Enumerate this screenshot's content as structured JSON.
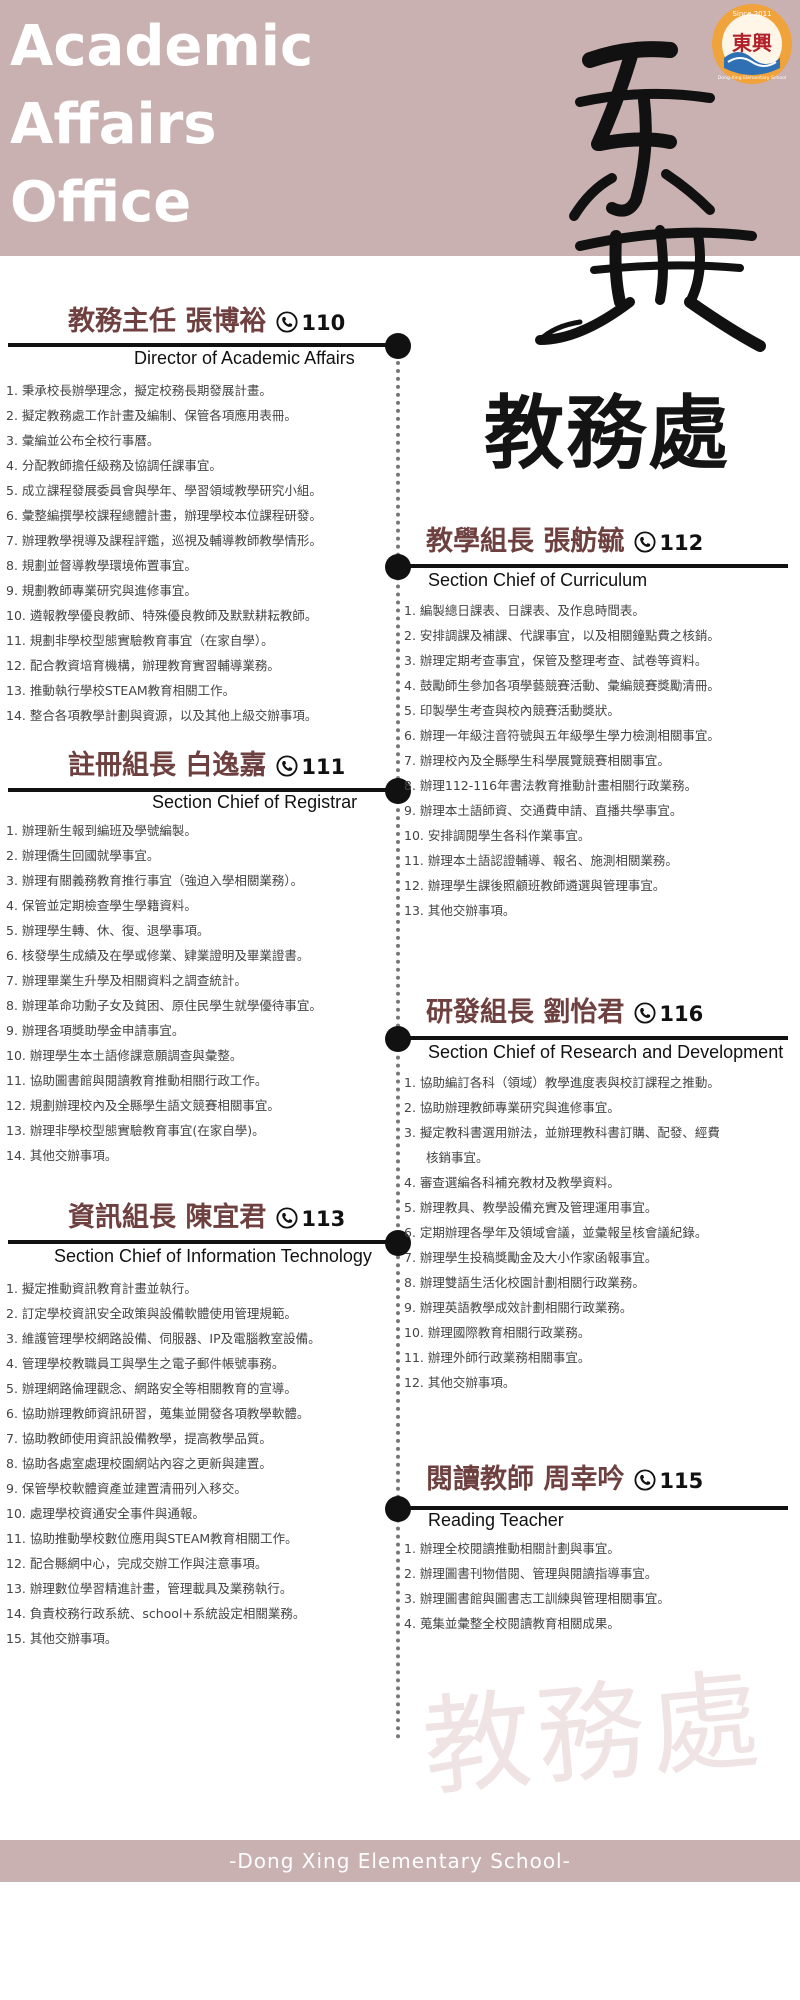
{
  "header": {
    "title_lines": [
      "Academic",
      "Affairs",
      "Office"
    ],
    "logo": {
      "since": "Since 2011",
      "chars": "東興",
      "subtitle": "Dong-Xing Elementary School"
    },
    "calligraphy_big": "東興",
    "calligraphy_title": "教務處",
    "background_color": "#c9b0b1"
  },
  "watermark": "教務處",
  "icons": {
    "phone": "phone-icon"
  },
  "sections": {
    "director": {
      "role": "教務主任 張博裕",
      "ext": "110",
      "role_en": "Director of Academic Affairs",
      "duties": [
        "1. 秉承校長辦學理念，擬定校務長期發展計畫。",
        "2. 擬定教務處工作計畫及編制、保管各項應用表冊。",
        "3. 彙編並公布全校行事曆。",
        "4. 分配教師擔任級務及協調任課事宜。",
        "5. 成立課程發展委員會與學年、學習領域教學研究小組。",
        "6. 彙整編撰學校課程總體計畫，辦理學校本位課程研發。",
        "7. 辦理教學視導及課程評鑑，巡視及輔導教師教學情形。",
        "8. 規劃並督導教學環境佈置事宜。",
        "9. 規劃教師專業研究與進修事宜。",
        "10. 遴報教學優良教師、特殊優良教師及默默耕耘教師。",
        "11. 規劃非學校型態實驗教育事宜（在家自學）。",
        "12. 配合教資培育機構，辦理教育實習輔導業務。",
        "13. 推動執行學校STEAM教育相關工作。",
        "14. 整合各項教學計劃與資源，以及其他上級交辦事項。"
      ]
    },
    "registrar": {
      "role": "註冊組長 白逸嘉",
      "ext": "111",
      "role_en": "Section Chief of Registrar",
      "duties": [
        "1. 辦理新生報到編班及學號編製。",
        "2. 辦理僑生回國就學事宜。",
        "3. 辦理有關義務教育推行事宜（強迫入學相關業務）。",
        "4. 保管並定期檢查學生學籍資料。",
        "5. 辦理學生轉、休、復、退學事項。",
        "6. 核發學生成績及在學或修業、肄業證明及畢業證書。",
        "7. 辦理畢業生升學及相關資料之調查統計。",
        "8. 辦理革命功勳子女及貧困、原住民學生就學優待事宜。",
        "9. 辦理各項獎助學金申請事宜。",
        "10. 辦理學生本土語修課意願調查與彙整。",
        "11. 協助圖書館與閱讀教育推動相關行政工作。",
        "12. 規劃辦理校內及全縣學生語文競賽相關事宜。",
        "13. 辦理非學校型態實驗教育事宜(在家自學)。",
        "14. 其他交辦事項。"
      ]
    },
    "it": {
      "role": "資訊組長 陳宜君",
      "ext": "113",
      "role_en": "Section Chief of Information Technology",
      "duties": [
        "1. 擬定推動資訊教育計畫並執行。",
        "2. 訂定學校資訊安全政策與設備軟體使用管理規範。",
        "3. 維護管理學校網路設備、伺服器、IP及電腦教室設備。",
        "4. 管理學校教職員工與學生之電子郵件帳號事務。",
        "5. 辦理網路倫理觀念、網路安全等相關教育的宣導。",
        "6. 協助辦理教師資訊研習，蒐集並開發各項教學軟體。",
        "7. 協助教師使用資訊設備教學，提高教學品質。",
        "8. 協助各處室處理校園網站內容之更新與建置。",
        "9. 保管學校軟體資產並建置清冊列入移交。",
        "10. 處理學校資通安全事件與通報。",
        "11. 協助推動學校數位應用與STEAM教育相關工作。",
        "12. 配合縣網中心，完成交辦工作與注意事項。",
        "13. 辦理數位學習精進計畫，管理載具及業務執行。",
        "14. 負責校務行政系統、school+系統設定相關業務。",
        "15. 其他交辦事項。"
      ]
    },
    "curriculum": {
      "role": "教學組長 張舫毓",
      "ext": "112",
      "role_en": "Section Chief of Curriculum",
      "duties": [
        "1. 編製總日課表、日課表、及作息時間表。",
        "2. 安排調課及補課、代課事宜，以及相關鐘點費之核銷。",
        "3. 辦理定期考查事宜，保管及整理考查、試卷等資料。",
        "4. 鼓勵師生參加各項學藝競賽活動、彙編競賽獎勵清冊。",
        "5. 印製學生考查與校內競賽活動獎狀。",
        "6. 辦理一年級注音符號與五年級學生學力檢測相關事宜。",
        "7. 辦理校內及全縣學生科學展覽競賽相關事宜。",
        "8. 辦理112-116年書法教育推動計畫相關行政業務。",
        "9. 辦理本土語師資、交通費申請、直播共學事宜。",
        "10. 安排調閱學生各科作業事宜。",
        "11. 辦理本土語認證輔導、報名、施測相關業務。",
        "12. 辦理學生課後照顧班教師遴選與管理事宜。",
        "13. 其他交辦事項。"
      ]
    },
    "research": {
      "role": "研發組長 劉怡君",
      "ext": "116",
      "role_en": "Section Chief of Research and Development",
      "duties": [
        "1. 協助編訂各科（領域）教學進度表與校訂課程之推動。",
        "2. 協助辦理教師專業研究與進修事宜。",
        "3. 擬定教科書選用辦法，並辦理教科書訂購、配發、經費",
        "核銷事宜。",
        "4. 審查選編各科補充教材及教學資料。",
        "5. 辦理教具、教學設備充實及管理運用事宜。",
        "6. 定期辦理各學年及領域會議，並彙報呈核會議紀錄。",
        "7. 辦理學生投稿獎勵金及大小作家函報事宜。",
        "8. 辦理雙語生活化校園計劃相關行政業務。",
        "9. 辦理英語教學成效計劃相關行政業務。",
        "10. 辦理國際教育相關行政業務。",
        "11. 辦理外師行政業務相關事宜。",
        "12. 其他交辦事項。"
      ]
    },
    "reading": {
      "role": "閱讀教師 周幸吟",
      "ext": "115",
      "role_en": "Reading Teacher",
      "duties": [
        "1. 辦理全校閱讀推動相關計劃與事宜。",
        "2. 辦理圖書刊物借閱、管理與閱讀指導事宜。",
        "3. 辦理圖書館與圖書志工訓練與管理相關事宜。",
        "4. 蒐集並彙整全校閱讀教育相關成果。"
      ]
    }
  },
  "footer": {
    "text": "-Dong Xing Elementary School-"
  }
}
